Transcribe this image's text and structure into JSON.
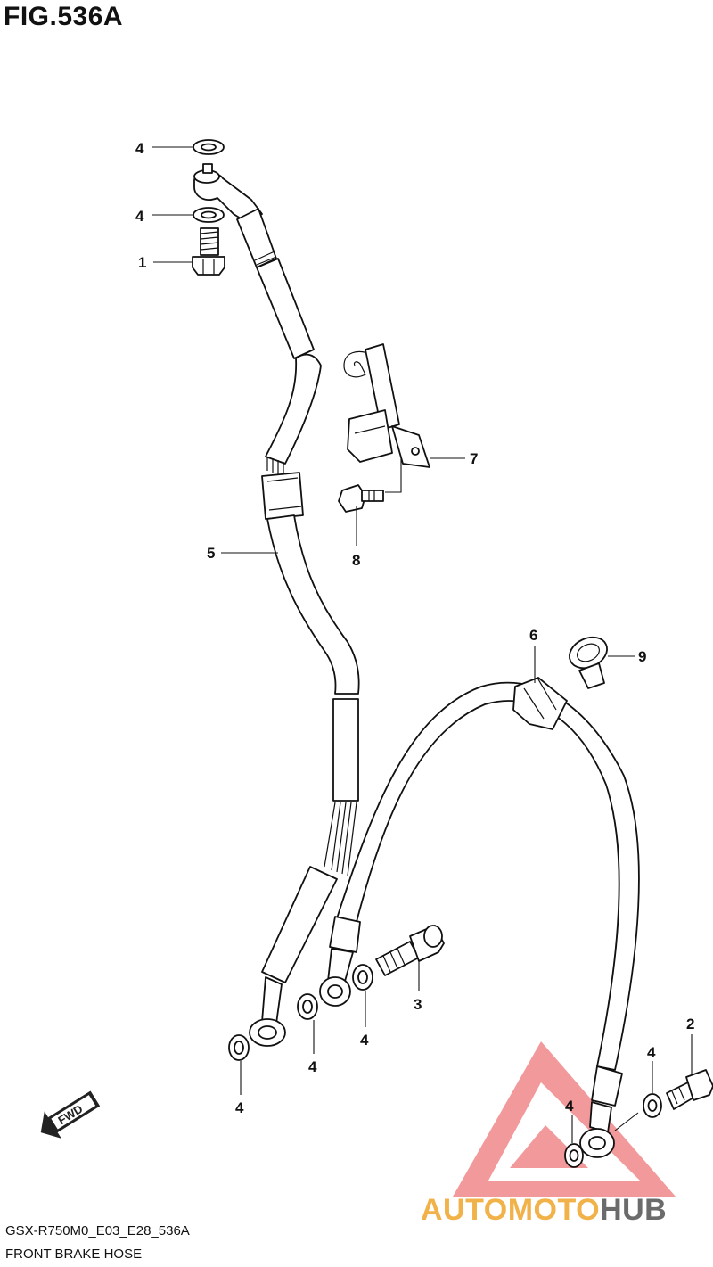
{
  "figure": {
    "title": "FIG.536A"
  },
  "callouts": {
    "c1": "1",
    "c2": "2",
    "c3": "3",
    "c4": "4",
    "c5": "5",
    "c6": "6",
    "c7": "7",
    "c8": "8",
    "c9": "9"
  },
  "badge": {
    "fwd": "FWD"
  },
  "footer": {
    "code": "GSX-R750M0_E03_E28_536A",
    "name": "FRONT BRAKE HOSE"
  },
  "watermark": {
    "part1": "AUTOMOTO",
    "part2": "HUB",
    "color_triangle": "#e8474a",
    "color_text": "#f2b24a",
    "color_hub": "#6b6b6b"
  }
}
